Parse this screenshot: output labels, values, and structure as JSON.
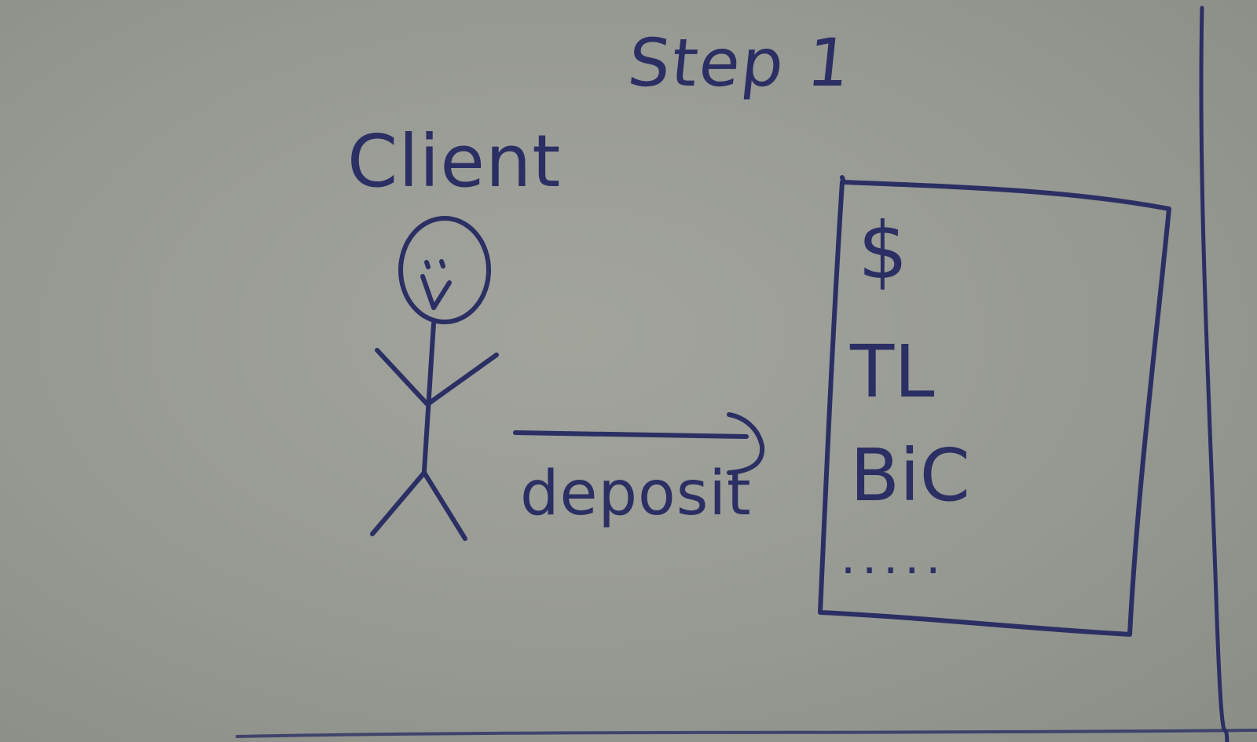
{
  "title": "Step 1",
  "actor": {
    "label": "Client",
    "icon": "stick-figure-icon"
  },
  "action": {
    "label": "deposit",
    "icon": "arrow-right-icon"
  },
  "account_box": {
    "items": [
      "$",
      "TL",
      "BiC"
    ],
    "more": "....."
  },
  "colors": {
    "paper": "#979993",
    "ink": "#2b2f63"
  }
}
